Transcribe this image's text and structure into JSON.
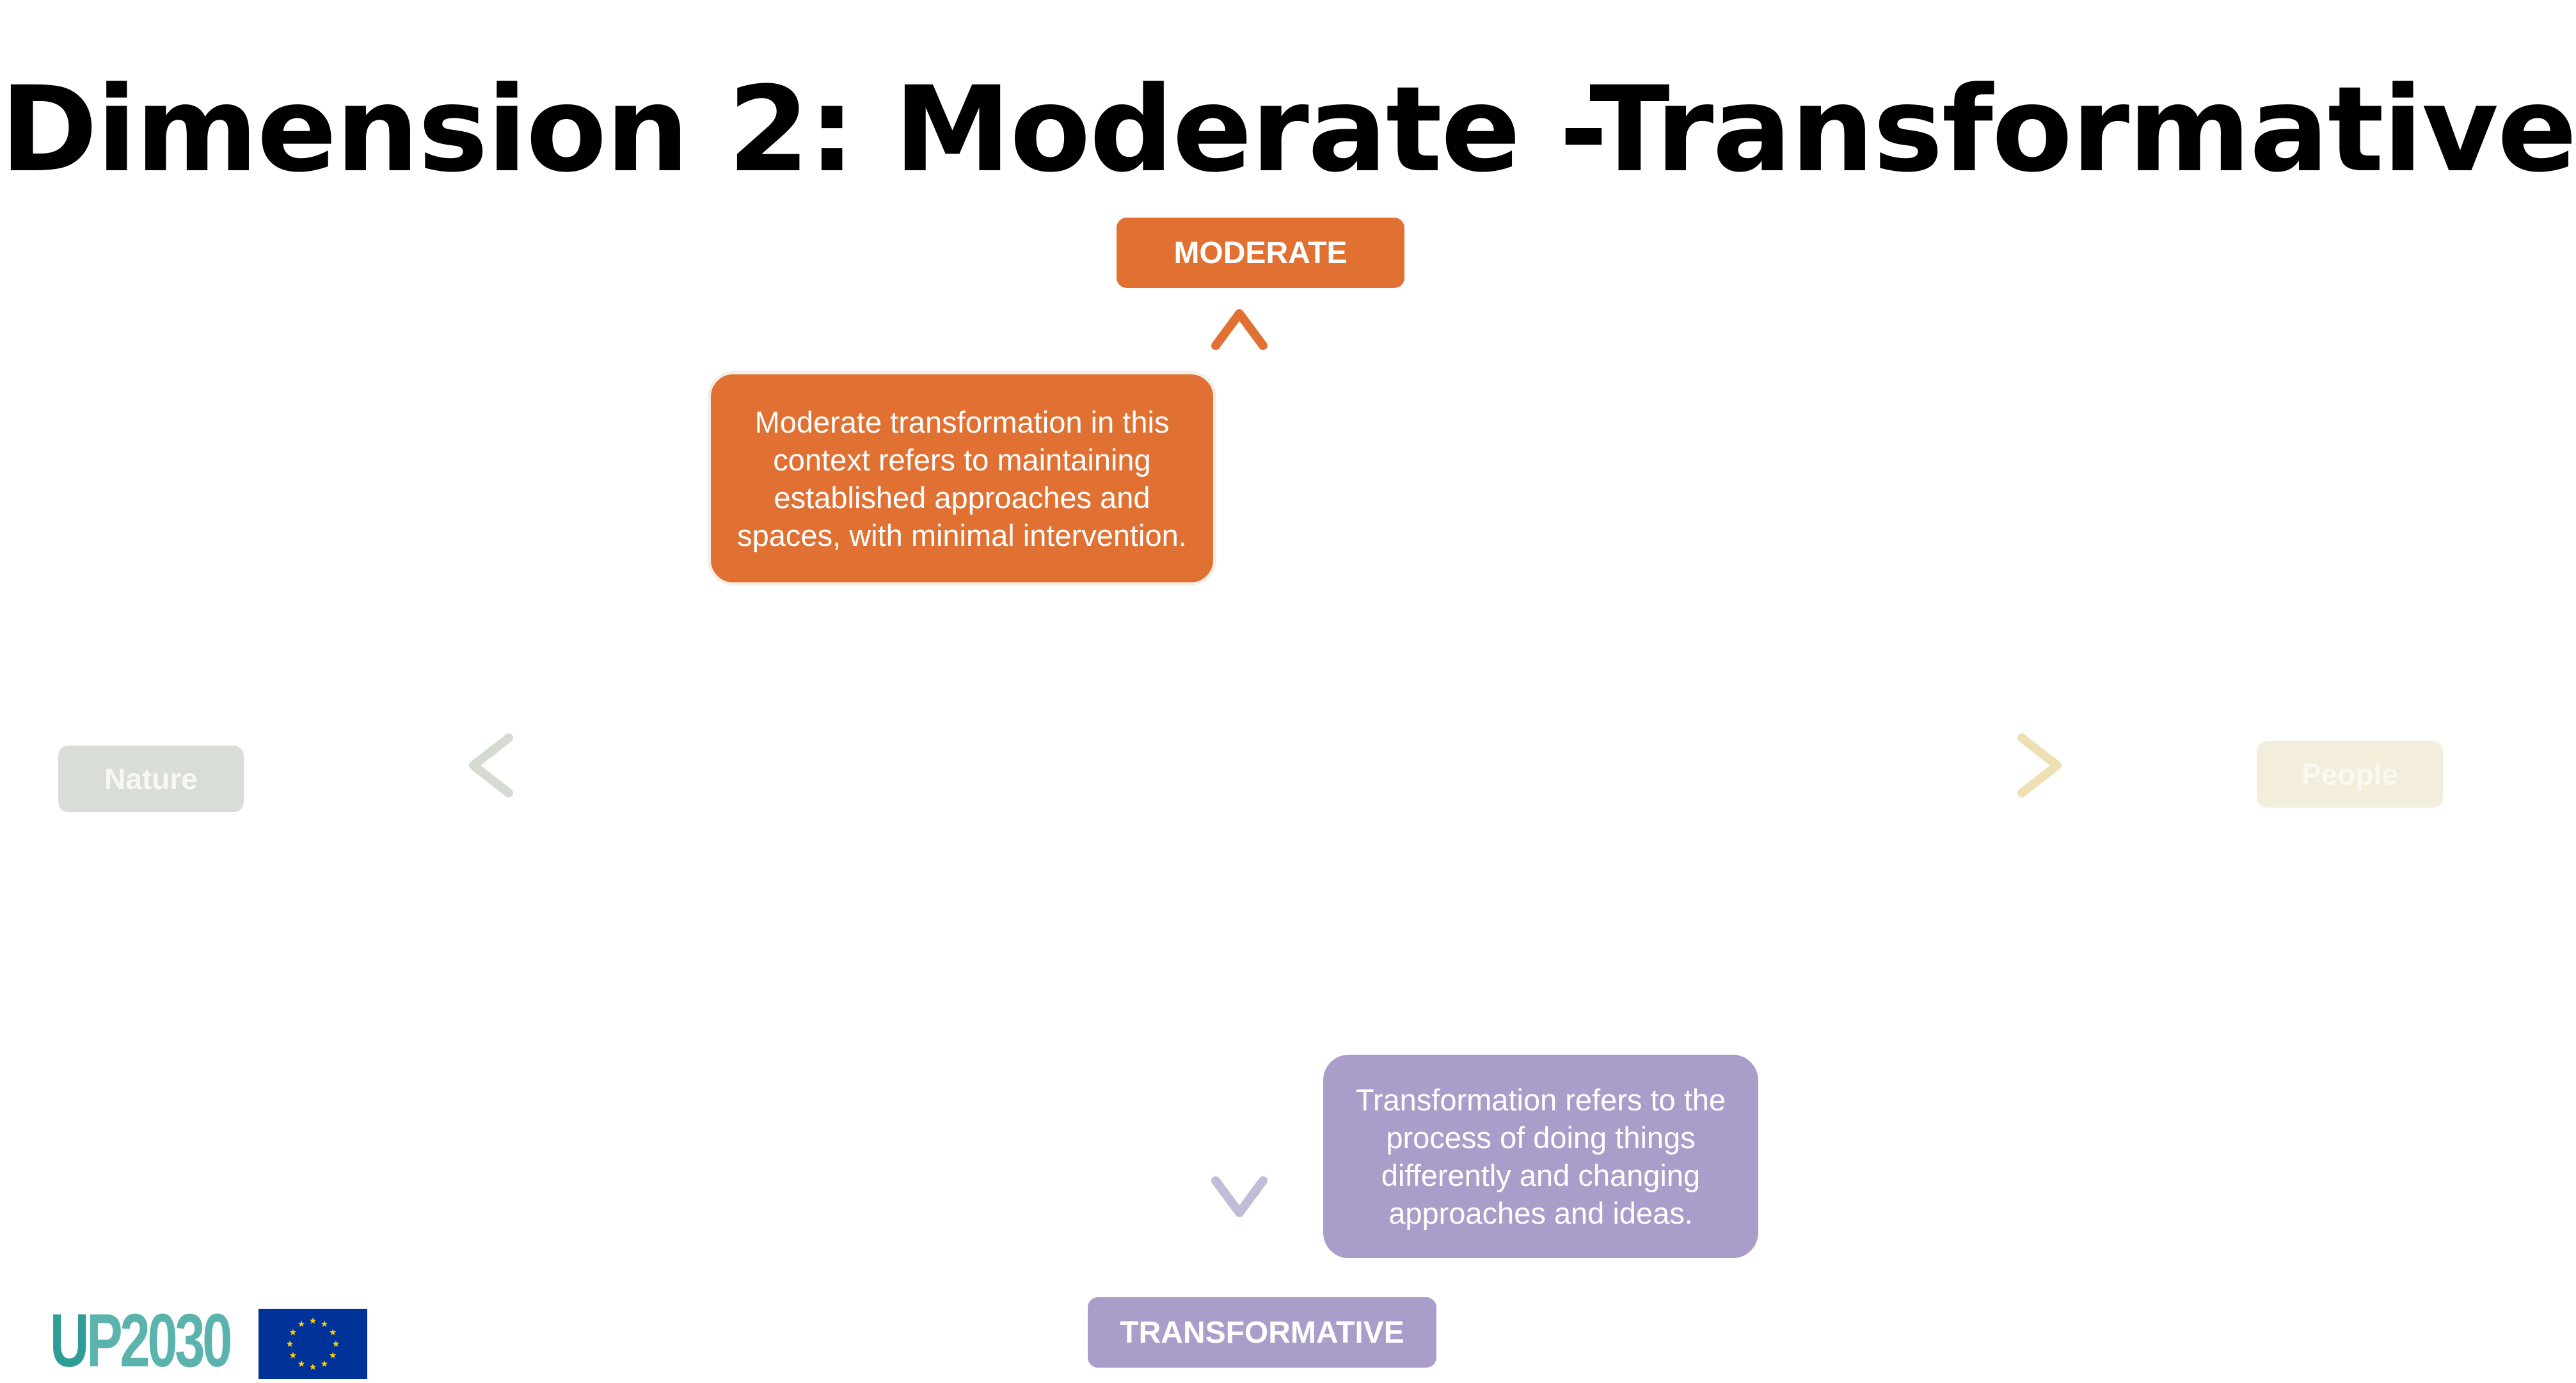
{
  "title": "Dimension 2: Moderate -Transformative",
  "axis_labels": {
    "top": "MODERATE",
    "bottom": "TRANSFORMATIVE",
    "left": "Nature",
    "right": "People"
  },
  "descriptions": {
    "moderate": "Moderate transformation in this context refers to maintaining established approaches and spaces, with minimal intervention.",
    "transformative": "Transformation refers to the process of doing things differently and changing approaches and ideas."
  },
  "logo": {
    "text_first": "U",
    "text_rest": "P2030"
  },
  "colors": {
    "moderate": "#e07133",
    "transformative": "#ab9dc9",
    "nature": "#d9ddd7",
    "people": "#f3eddc",
    "eu_blue": "#003399",
    "eu_star": "#ffcc00",
    "logo": "#2f9c98"
  },
  "icons": {
    "eu_flag": "eu-flag-icon"
  }
}
